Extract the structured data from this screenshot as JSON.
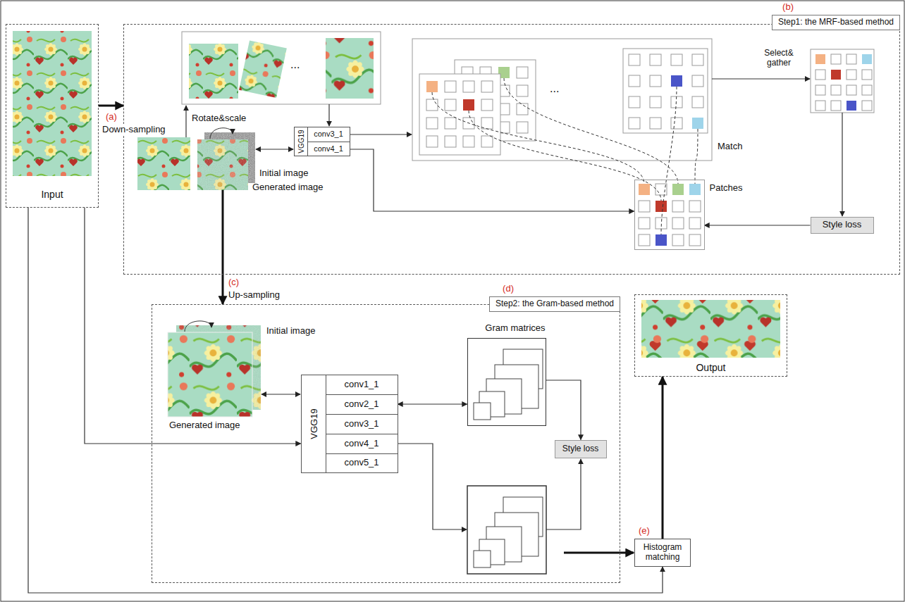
{
  "diagram": {
    "nodes": [
      {
        "text": [
          "Input"
        ]
      },
      {
        "text": [
          "(b)",
          "Step1: the MRF-based method"
        ]
      },
      {
        "text": [
          "VGG19"
        ],
        "in": 1
      },
      {
        "text": [
          "conv3_1"
        ],
        "in": 2
      },
      {
        "text": [
          "conv4_1"
        ],
        "in": 2
      },
      {
        "text": [
          "Patches"
        ],
        "in": 1
      },
      {
        "text": [
          "Style loss"
        ],
        "in": 1
      },
      {
        "text": [
          "(d)",
          "Step2: the Gram-based method"
        ]
      },
      {
        "text": [
          "VGG19"
        ],
        "in": 7
      },
      {
        "text": [
          "conv1_1"
        ],
        "in": 8
      },
      {
        "text": [
          "conv2_1"
        ],
        "in": 8
      },
      {
        "text": [
          "conv3_1"
        ],
        "in": 8
      },
      {
        "text": [
          "conv4_1"
        ],
        "in": 8
      },
      {
        "text": [
          "conv5_1"
        ],
        "in": 8
      },
      {
        "text": [
          "Gram matrices"
        ],
        "in": 7
      },
      {
        "text": [
          "Style loss"
        ],
        "in": 7
      },
      {
        "text": [
          "Histogram matching"
        ]
      },
      {
        "text": [
          "Output"
        ]
      }
    ],
    "edges": [
      {
        "from": 0,
        "to": 1,
        "arrow": "to"
      },
      {
        "from": 4,
        "to": 5,
        "arrow": "to"
      },
      {
        "from": 6,
        "to": 5,
        "arrow": "to"
      },
      {
        "from": 1,
        "to": 7,
        "arrow": "to"
      },
      {
        "from": 0,
        "to": 8,
        "arrow": "to"
      },
      {
        "from": 10,
        "to": 14,
        "arrow": "both"
      },
      {
        "from": 14,
        "to": 15,
        "arrow": "to"
      },
      {
        "from": 16,
        "to": 17,
        "arrow": "to"
      },
      {
        "from": 0,
        "to": 16,
        "arrow": "to"
      }
    ],
    "labels": [
      "Rotate&scale",
      "...",
      "Initial image",
      "Generated image",
      "...",
      "Match",
      "Select& gather",
      "(a)",
      "Down-sampling",
      "(c)",
      "Up-sampling",
      "Initial image",
      "Generated image",
      "(e)"
    ]
  }
}
